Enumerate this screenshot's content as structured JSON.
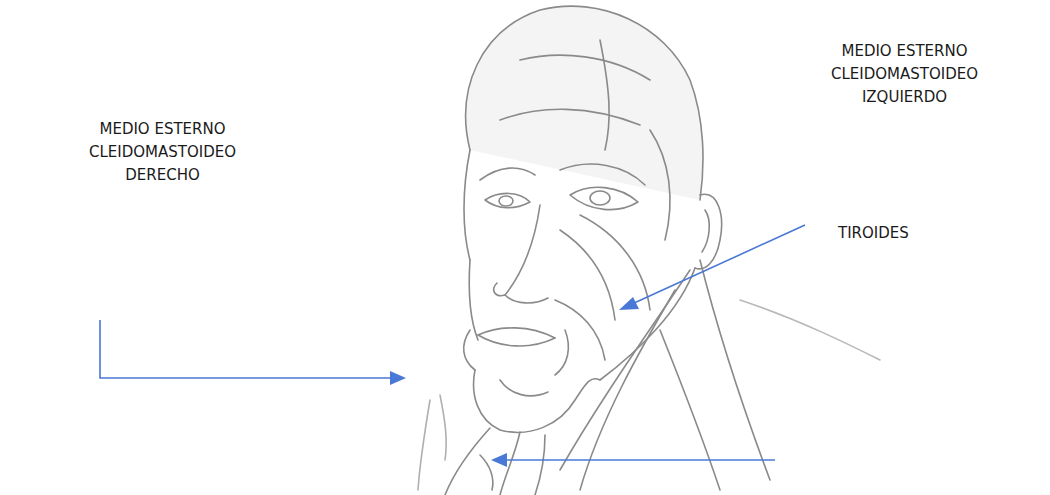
{
  "diagram": {
    "labels": [
      "MEDIO ESTERNO CLEIDOMASTOIDEO DERECHO",
      "MEDIO ESTERNO CLEIDOMASTOIDEO IZQUIERDO",
      "TIROIDES"
    ]
  }
}
